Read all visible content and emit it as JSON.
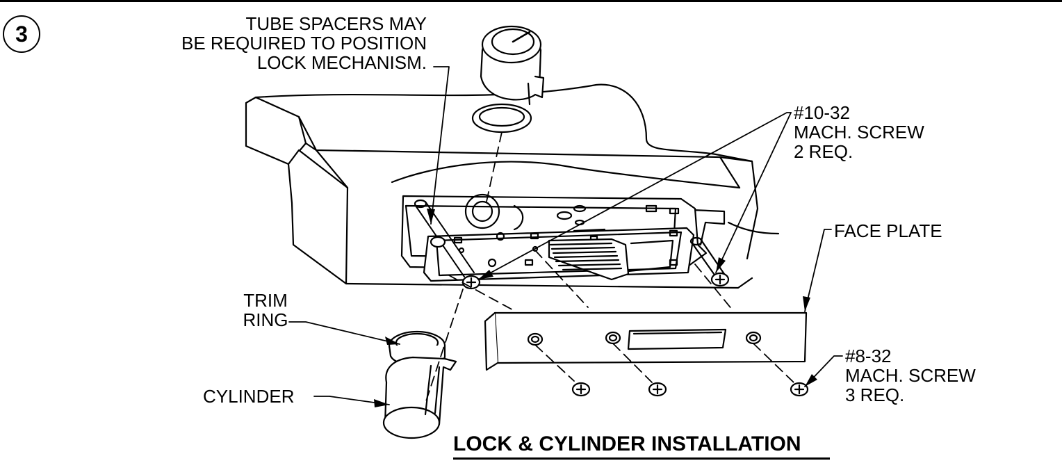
{
  "step": {
    "number": "3"
  },
  "labels": {
    "tube_spacers": [
      "TUBE SPACERS MAY",
      "BE REQUIRED TO POSITION",
      "LOCK MECHANISM."
    ],
    "mach_screw_10_32": [
      "#10-32",
      "MACH. SCREW",
      "2 REQ."
    ],
    "face_plate": "FACE PLATE",
    "trim_ring": [
      "TRIM",
      "RING"
    ],
    "cylinder": "CYLINDER",
    "mach_screw_8_32": [
      "#8-32",
      "MACH. SCREW",
      "3 REQ."
    ]
  },
  "title": "LOCK & CYLINDER INSTALLATION"
}
